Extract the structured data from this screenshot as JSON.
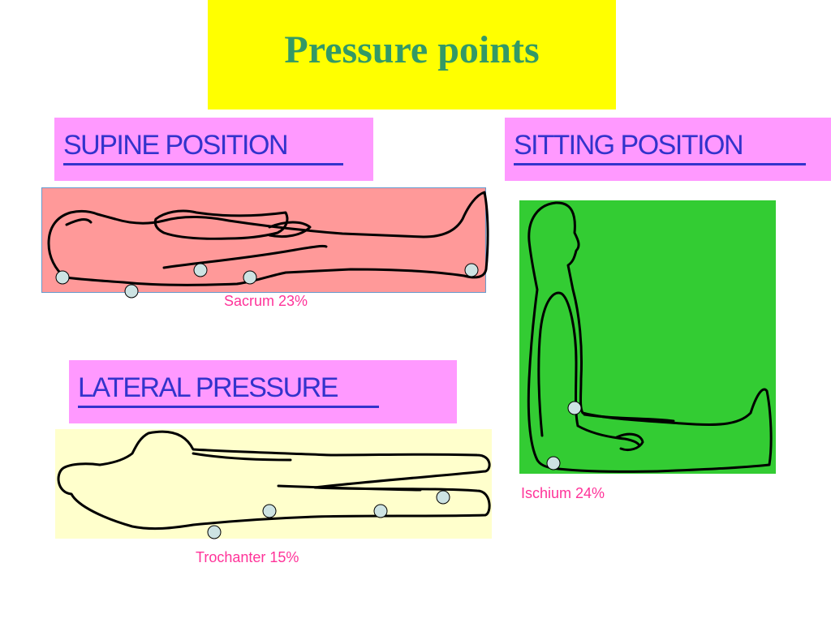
{
  "title": "Pressure points",
  "sections": {
    "supine": {
      "label": "SUPINE POSITION",
      "caption": "Sacrum 23%"
    },
    "sitting": {
      "label": "SITTING POSITION",
      "caption": "Ischium 24%"
    },
    "lateral": {
      "label": "LATERAL PRESSURE",
      "caption": "Trochanter 15%"
    }
  },
  "colors": {
    "title_background": "#ffff00",
    "title_text": "#339966",
    "label_background": "#ff99ff",
    "label_text": "#3333cc",
    "caption_text": "#ff3399",
    "supine_panel": "#ff9999",
    "sitting_panel": "#33cc33",
    "lateral_panel": "#ffffcc",
    "pressure_point": "#cde3e3"
  }
}
